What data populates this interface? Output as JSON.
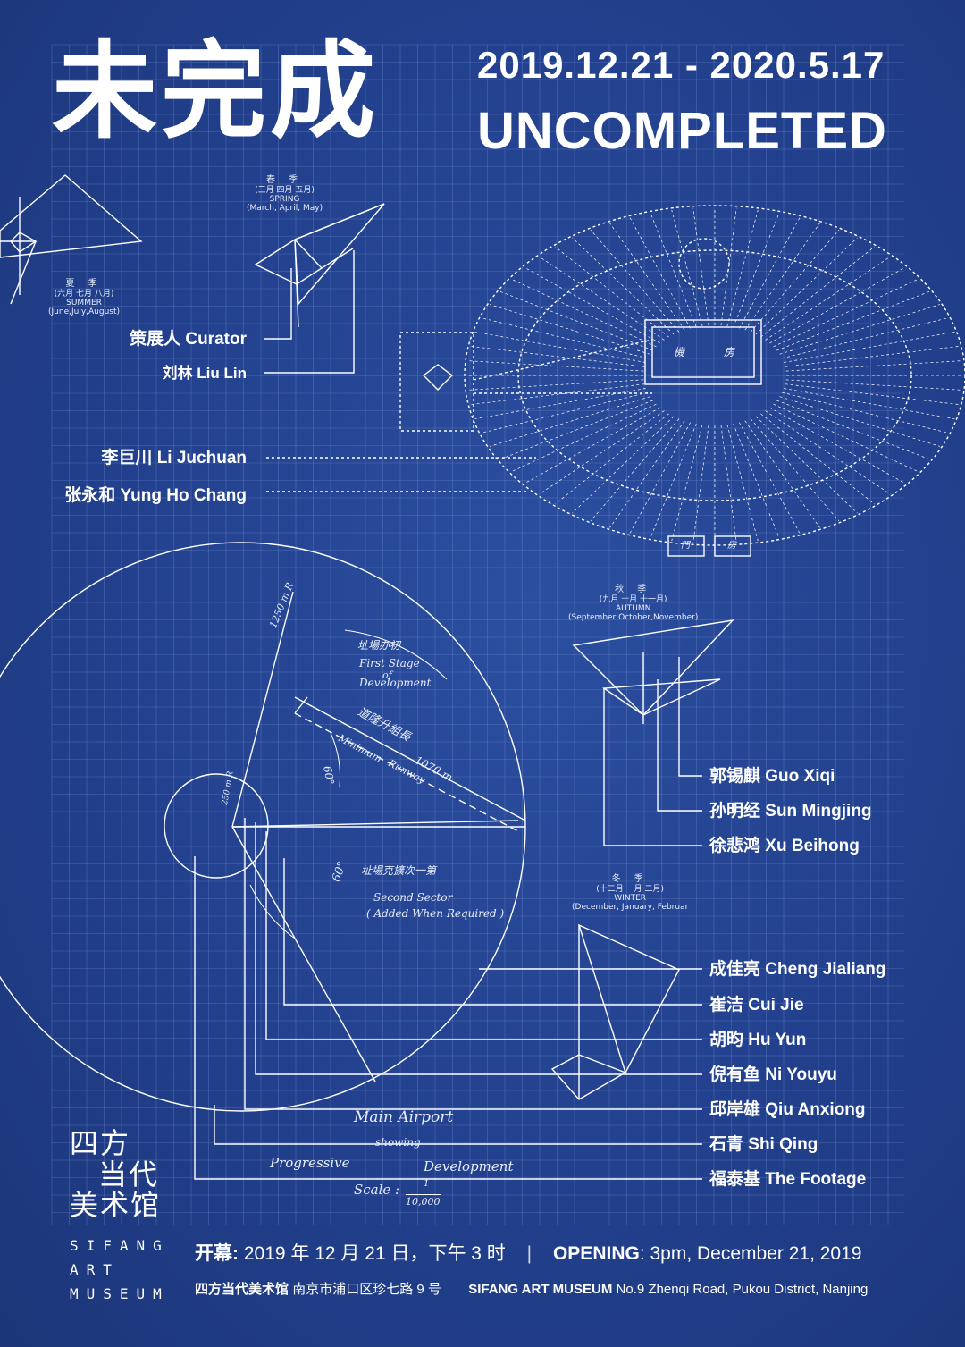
{
  "title": {
    "cn": "未完成",
    "dates": "2019.12.21 - 2020.5.17",
    "en": "UNCOMPLETED"
  },
  "credits": {
    "curator_label": "策展人 Curator",
    "curator_name": "刘林 Liu Lin",
    "left_artists": [
      "李巨川 Li Juchuan",
      "张永和 Yung Ho Chang"
    ],
    "right_artists_top": [
      "郭锡麒 Guo Xiqi",
      "孙明经 Sun Mingjing",
      "徐悲鸿 Xu Beihong"
    ],
    "right_artists_bottom": [
      "成佳亮 Cheng Jialiang",
      "崔洁 Cui Jie",
      "胡昀 Hu Yun",
      "倪有鱼 Ni Youyu",
      "邱岸雄 Qiu Anxiong",
      "石青 Shi Qing",
      "福泰基 The Footage"
    ]
  },
  "seasons": {
    "spring": {
      "cn": "春 季",
      "months_cn": "(三月 四月 五月)",
      "en": "SPRING",
      "months_en": "(March, April, May)"
    },
    "summer": {
      "cn": "夏 季",
      "months_cn": "(六月 七月 八月)",
      "en": "SUMMER",
      "months_en": "(June,July,August)"
    },
    "autumn": {
      "cn": "秋 季",
      "months_cn": "(九月 十月 十一月)",
      "en": "AUTUMN",
      "months_en": "(September,October,November)"
    },
    "winter": {
      "cn": "冬 季",
      "months_cn": "(十二月 一月 二月)",
      "en": "WINTER",
      "months_en": "(December, January, Februar"
    }
  },
  "sketch_labels": {
    "radius": "1250 m R",
    "first_stage_cn": "址場办初",
    "first_stage": "First Stage",
    "of": "of",
    "development": "Development",
    "runway_cn": "道隆升組長",
    "minimum": "Minimum",
    "runway": "Runway",
    "length": "1070 m",
    "angle_top": "60°",
    "angle_bottom": "60°",
    "small_radius": "250 m R",
    "second_cn": "址場克擴次一第",
    "second_sector": "Second   Sector",
    "added": "( Added  When  Required )",
    "main_airport": "Main    Airport",
    "showing": "showing",
    "progressive": "Progressive",
    "development2": "Development",
    "scale": "Scale :",
    "scale_num": "1",
    "scale_den": "10,000",
    "plan_room_a": "機",
    "plan_room_b": "房",
    "gate_a": "門",
    "gate_b": "房"
  },
  "logo": {
    "cn_line1": "四方",
    "cn_line2": "当代",
    "cn_line3": "美术馆",
    "en_line1": "SIFANG",
    "en_line2": "ART",
    "en_line3": "MUSEUM"
  },
  "footer": {
    "opening_cn_label": "开幕:",
    "opening_cn_value": "2019 年 12 月 21 日，下午 3 时",
    "divider": "|",
    "opening_en_label": "OPENING",
    "opening_en_value": ":  3pm, December 21, 2019",
    "museum_cn": "四方当代美术馆",
    "address_cn": "南京市浦口区珍七路 9 号",
    "museum_en": "SIFANG ART MUSEUM",
    "address_en": "No.9  Zhenqi Road, Pukou District, Nanjing"
  },
  "colors": {
    "background": "#23418e",
    "grid_line": "#6f8cd0",
    "ink": "#ffffff"
  }
}
